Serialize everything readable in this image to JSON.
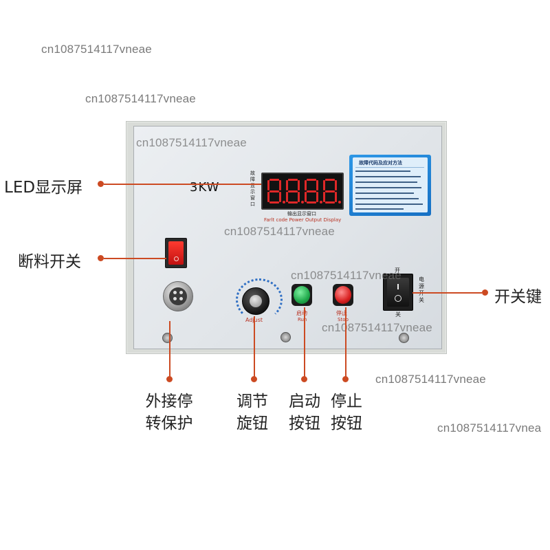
{
  "watermarks": [
    "cn1087514117vneae",
    "cn1087514117vneae",
    "cn1087514117vneae",
    "cn1087514117vneae",
    "cn1087514117vneae",
    "cn1087514117vneae",
    "cn1087514117vneae"
  ],
  "watermark_cut": "cn1087514117vnea",
  "callouts": {
    "led_display": "LED显示屏",
    "material_switch": "断料开关",
    "power_switch": "开关键",
    "external_stop_1": "外接停",
    "external_stop_2": "转保护",
    "adjust_knob_1": "调节",
    "adjust_knob_2": "旋钮",
    "start_button_1": "启动",
    "start_button_2": "按钮",
    "stop_button_1": "停止",
    "stop_button_2": "按钮"
  },
  "panel": {
    "power_rating": "3KW",
    "display_value": "8.8.8.8.",
    "fault_vertical": "故障显示窗口",
    "output_window": "输出显示窗口",
    "display_caption": "Farlt code Power Output Display",
    "info_title": "故障代码及应对方法",
    "adjust_label": "Adjust",
    "run_cn": "启动",
    "run_en": "Run",
    "stop_cn": "停止",
    "stop_en": "Stop",
    "power_switch_top": "开",
    "power_switch_bottom": "关",
    "power_switch_side": "电源开关"
  },
  "colors": {
    "accent_line": "#cc4a22",
    "led_red": "#e02828",
    "run_button": "#1fa84a",
    "stop_button": "#d81f1f",
    "info_card": "#1e88d8"
  }
}
